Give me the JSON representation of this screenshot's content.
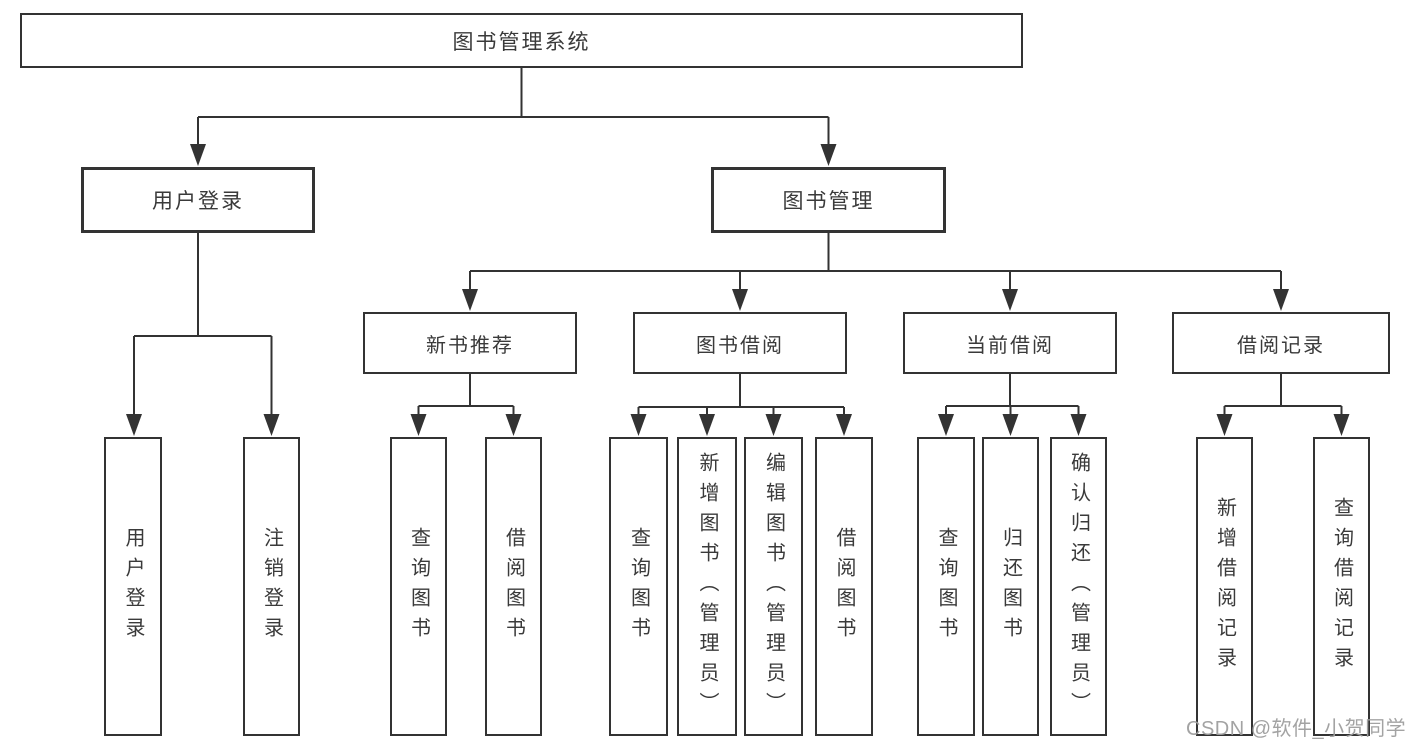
{
  "diagram": {
    "title": "图书管理系统",
    "root": {
      "label": "图书管理系统"
    },
    "level2": {
      "user_login": {
        "label": "用户登录"
      },
      "book_management": {
        "label": "图书管理"
      }
    },
    "level3": {
      "new_book_recommend": {
        "label": "新书推荐"
      },
      "book_borrowing": {
        "label": "图书借阅"
      },
      "current_borrowing": {
        "label": "当前借阅"
      },
      "borrowing_records": {
        "label": "借阅记录"
      }
    },
    "leaves": {
      "user_login": {
        "label": "用户登录"
      },
      "logout": {
        "label": "注销登录"
      },
      "recommend_query_book": {
        "label": "查询图书"
      },
      "recommend_borrow_book": {
        "label": "借阅图书"
      },
      "borrowing_query_book": {
        "label": "查询图书"
      },
      "borrowing_add_book": {
        "label": "新增图书（管理员）"
      },
      "borrowing_edit_book": {
        "label": "编辑图书（管理员）"
      },
      "borrowing_borrow_book": {
        "label": "借阅图书"
      },
      "current_query_book": {
        "label": "查询图书"
      },
      "current_return_book": {
        "label": "归还图书"
      },
      "current_confirm_return": {
        "label": "确认归还（管理员）"
      },
      "records_add_record": {
        "label": "新增借阅记录"
      },
      "records_query_record": {
        "label": "查询借阅记录"
      }
    }
  },
  "watermark": {
    "text": "CSDN @软件_小贺同学"
  },
  "colors": {
    "line": "#333333",
    "text": "#3a3a3a",
    "watermark": "#9e9e9e",
    "background": "#ffffff"
  }
}
